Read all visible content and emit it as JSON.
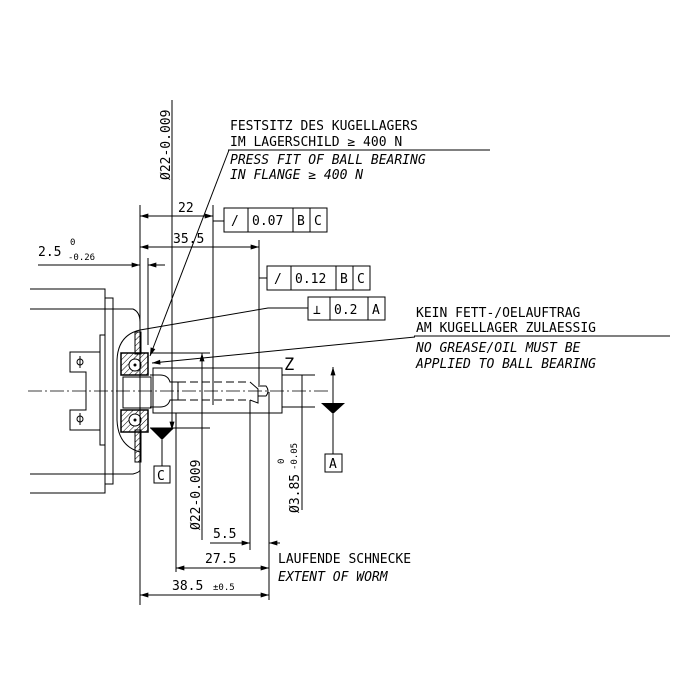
{
  "notes": {
    "press_fit_de_1": "FESTSITZ DES KUGELLAGERS",
    "press_fit_de_2": "IM LAGERSCHILD ≥ 400 N",
    "press_fit_en_1": "PRESS FIT OF BALL BEARING",
    "press_fit_en_2": "IN FLANGE ≥ 400 N",
    "grease_de_1": "KEIN FETT-/OELAUFTRAG",
    "grease_de_2": "AM KUGELLAGER ZULAESSIG",
    "grease_en_1": "NO GREASE/OIL MUST BE",
    "grease_en_2": "APPLIED TO BALL BEARING",
    "worm_de": "LAUFENDE SCHNECKE",
    "worm_en": "EXTENT OF WORM"
  },
  "dimensions": {
    "dia_top": "Ø22-0.009",
    "d22": "22",
    "d35_5": "35.5",
    "d2_5": "2.5",
    "d2_5_upper": "0",
    "d2_5_lower": "-0.26",
    "dia_bottom": "Ø22-0.009",
    "dia_shaft": "Ø3.85",
    "dia_shaft_upper": "0",
    "dia_shaft_lower": "-0.05",
    "d5_5": "5.5",
    "d27_5": "27.5",
    "d38_5": "38.5",
    "d38_5_tol": "±0.5",
    "z_label": "Z"
  },
  "tolerance_frames": [
    {
      "symbol": "/",
      "value": "0.07",
      "datums": [
        "B",
        "C"
      ]
    },
    {
      "symbol": "/",
      "value": "0.12",
      "datums": [
        "B",
        "C"
      ]
    },
    {
      "symbol": "⊥",
      "value": "0.2",
      "datums": [
        "A"
      ]
    }
  ],
  "datums": {
    "c": "C",
    "a": "A"
  }
}
